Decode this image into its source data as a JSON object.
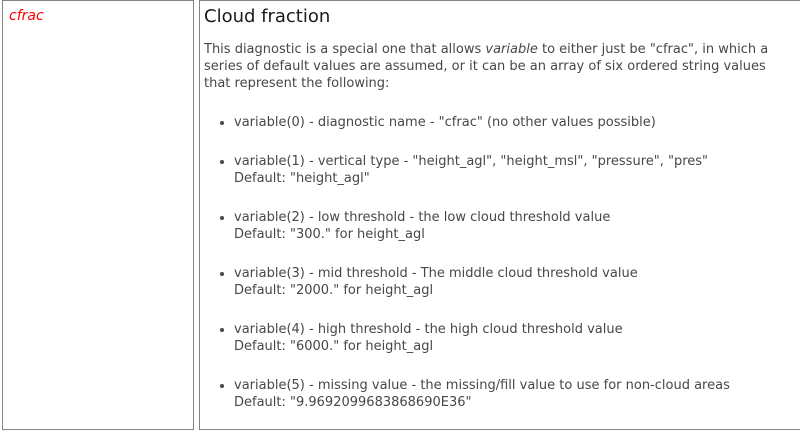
{
  "page": {
    "background": "#ffffff",
    "border_color": "#848484",
    "term_color": "#ff0000",
    "text_color": "#474747",
    "title_color": "#1a1a1a"
  },
  "left_cell": {
    "term": "cfrac"
  },
  "content": {
    "title": "Cloud fraction",
    "intro": {
      "before_italic": "This diagnostic is a special one that allows ",
      "italic": "variable",
      "after_italic": " to either just be \"cfrac\", in which a series of default values are assumed, or it can be an array of six ordered string values that represent the following:"
    },
    "bullets": [
      {
        "text": "variable(0) - diagnostic name - \"cfrac\" (no other values possible)",
        "default": ""
      },
      {
        "text": "variable(1) - vertical type - \"height_agl\", \"height_msl\", \"pressure\", \"pres\"",
        "default": "Default: \"height_agl\""
      },
      {
        "text": "variable(2) - low threshold - the low cloud threshold value",
        "default": "Default: \"300.\" for height_agl"
      },
      {
        "text": "variable(3) - mid threshold - The middle cloud threshold value",
        "default": "Default: \"2000.\" for height_agl"
      },
      {
        "text": "variable(4) - high threshold - the high cloud threshold value",
        "default": "Default: \"6000.\" for height_agl"
      },
      {
        "text": "variable(5) - missing value - the missing/fill value to use for non-cloud areas",
        "default": "Default: \"9.9692099683868690E36\""
      }
    ]
  }
}
